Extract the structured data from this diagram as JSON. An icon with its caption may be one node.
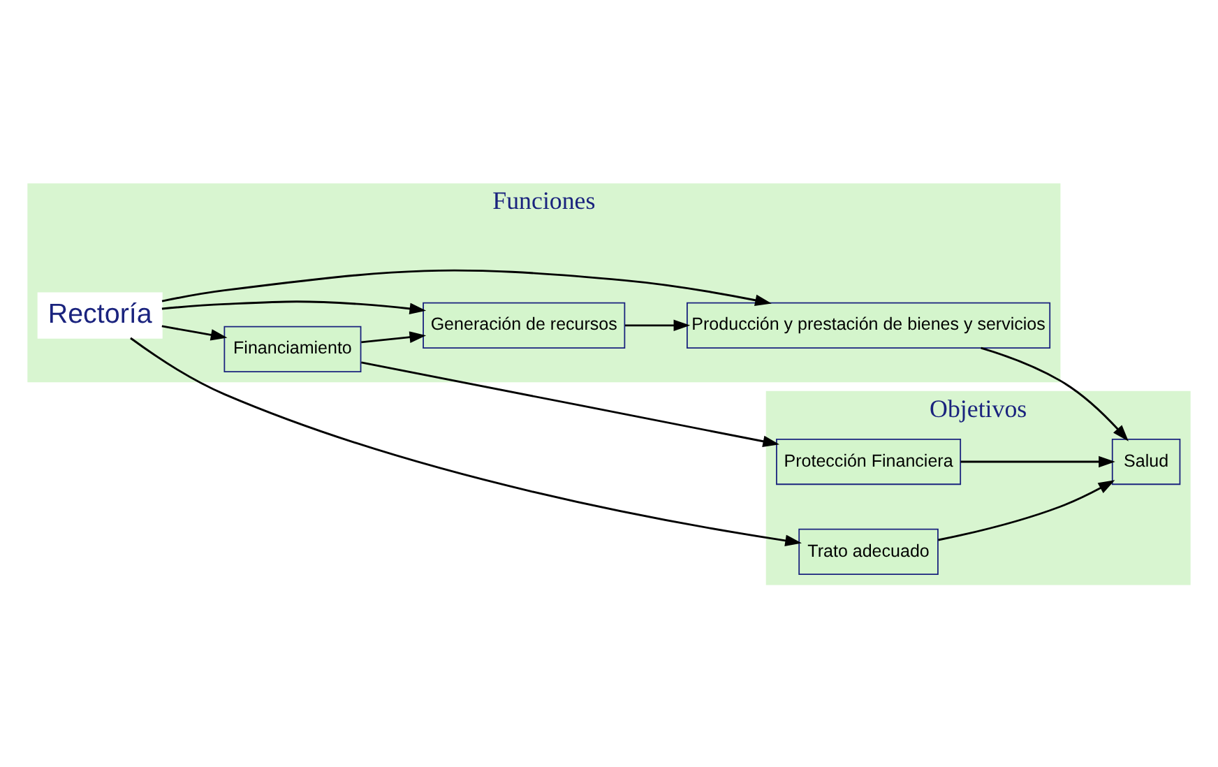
{
  "diagram": {
    "nodes": [
      {
        "text": [
          "Funciones"
        ]
      },
      {
        "text": [
          "Rectoría"
        ],
        "in": 0
      },
      {
        "text": [
          "Generación de recursos"
        ],
        "in": 0
      },
      {
        "text": [
          "Producción y prestación de bienes y servicios"
        ],
        "in": 0
      },
      {
        "text": [
          "Financiamiento"
        ],
        "in": 0
      },
      {
        "text": [
          "Objetivos"
        ]
      },
      {
        "text": [
          "Trato adecuado"
        ],
        "in": 5
      },
      {
        "text": [
          "Salud"
        ],
        "in": 5
      },
      {
        "text": [
          "Protección Financiera"
        ],
        "in": 5
      }
    ],
    "edges": [
      {
        "from": 1,
        "to": 6,
        "arrow": "to"
      },
      {
        "from": 1,
        "to": 3,
        "arrow": "to"
      },
      {
        "from": 1,
        "to": 2,
        "arrow": "to"
      },
      {
        "from": 1,
        "to": 4,
        "arrow": "to"
      },
      {
        "from": 4,
        "to": 2,
        "arrow": "to"
      },
      {
        "from": 2,
        "to": 3,
        "arrow": "to"
      },
      {
        "from": 3,
        "to": 7,
        "arrow": "to"
      },
      {
        "from": 6,
        "to": 7,
        "arrow": "to"
      },
      {
        "from": 8,
        "to": 7,
        "arrow": "to"
      },
      {
        "from": 4,
        "to": 8,
        "arrow": "to"
      }
    ]
  }
}
